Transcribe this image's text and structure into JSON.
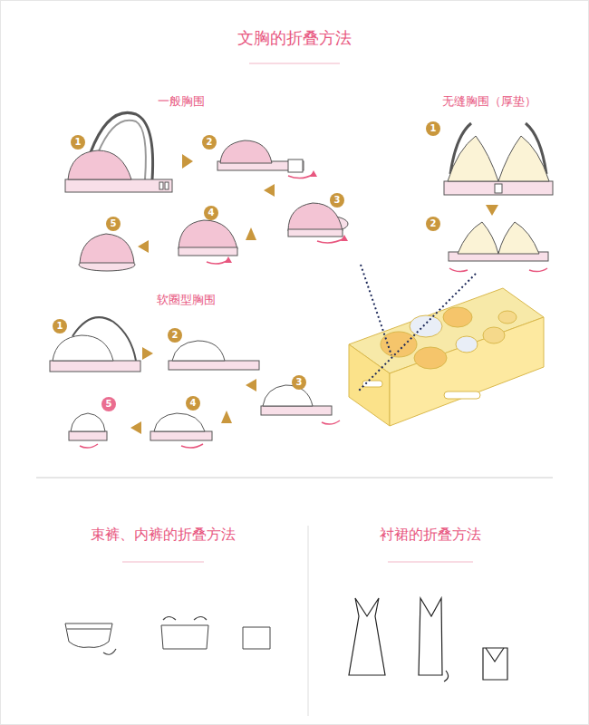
{
  "diagram": {
    "title": "文胸的折叠方法",
    "labels": [
      "一般胸围",
      "1",
      "2",
      "3",
      "4",
      "5",
      "无缝胸围（厚垫）",
      "1",
      "2",
      "软圈型胸围",
      "1",
      "2",
      "3",
      "4",
      "5",
      "束裤、内裤的折叠方法",
      "衬裙的折叠方法"
    ]
  }
}
